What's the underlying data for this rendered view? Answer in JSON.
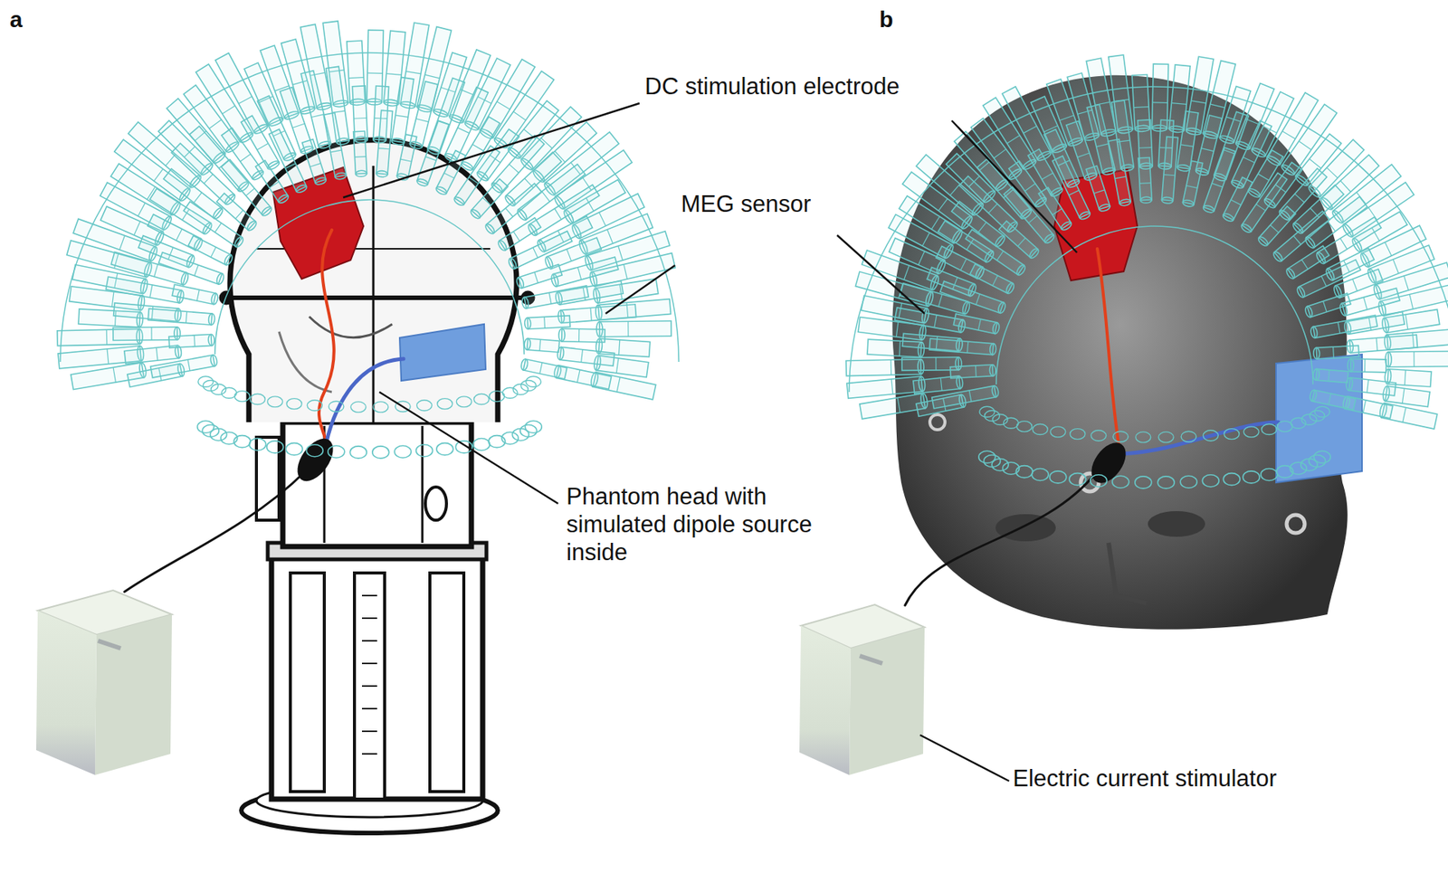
{
  "diagram": {
    "labels": [
      "a",
      "b",
      "DC stimulation electrode",
      "MEG sensor",
      "Phantom head with simulated dipole source inside",
      "Electric current stimulator"
    ]
  }
}
